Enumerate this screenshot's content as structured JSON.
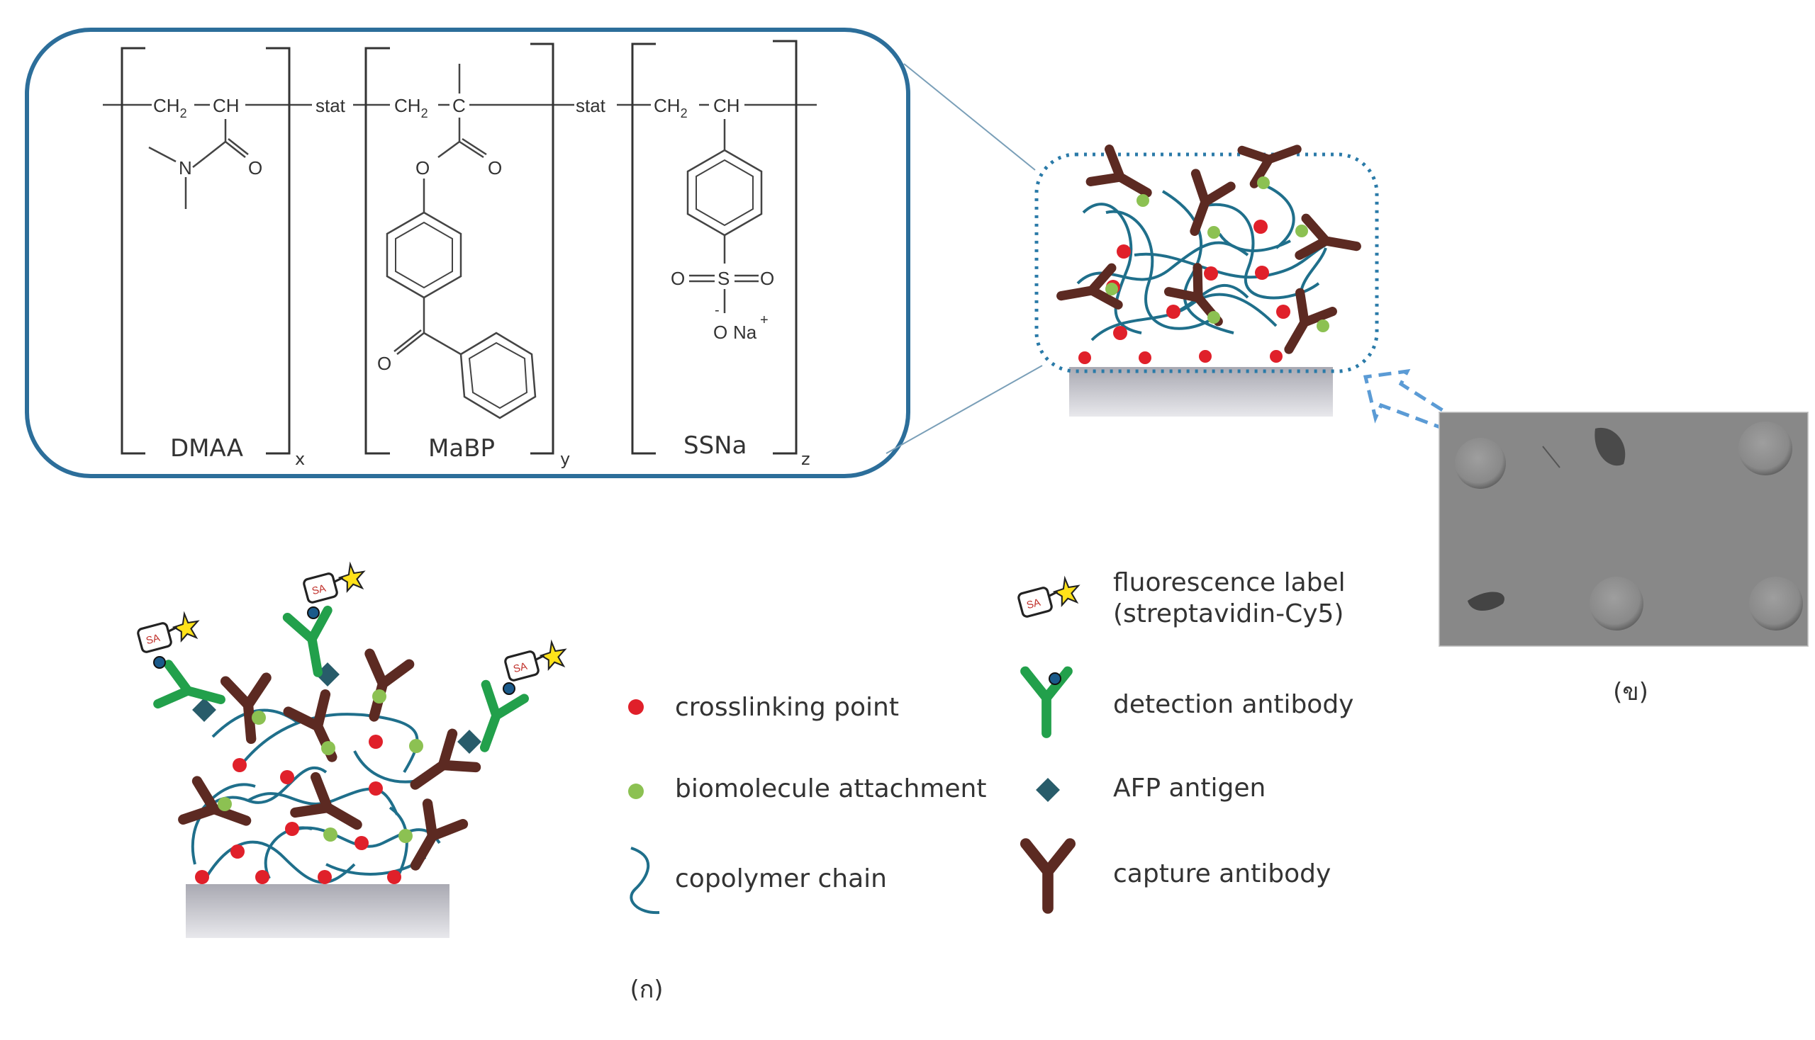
{
  "structure": {
    "units": [
      {
        "name": "DMAA",
        "subscript": "x"
      },
      {
        "name": "MaBP",
        "subscript": "y"
      },
      {
        "name": "SSNa",
        "subscript": "z"
      }
    ],
    "linker": "stat",
    "atoms": {
      "ch2": "CH",
      "ch2_sub": "2",
      "ch": "CH",
      "c": "C",
      "n": "N",
      "o": "O",
      "s": "S",
      "na": "Na",
      "plus": "+",
      "minus": "-"
    }
  },
  "legend": {
    "left": [
      {
        "label": "crosslinking point",
        "icon": "red-dot",
        "color": "#e0202a"
      },
      {
        "label": "biomolecule attachment",
        "icon": "green-dot",
        "color": "#8cc152"
      },
      {
        "label": "copolymer chain",
        "icon": "blue-wave",
        "color": "#1f6f8b"
      }
    ],
    "right": [
      {
        "label_line1": "fluorescence label",
        "label_line2": "(streptavidin-Cy5)",
        "icon": "sa-star"
      },
      {
        "label": "detection antibody",
        "icon": "green-y",
        "color": "#22a04b"
      },
      {
        "label": "AFP antigen",
        "icon": "diamond",
        "color": "#285c6a"
      },
      {
        "label": "capture antibody",
        "icon": "brown-y",
        "color": "#5c2a22"
      }
    ]
  },
  "captions": {
    "a": "(ก)",
    "b": "(ข)"
  },
  "sa_text": "SA",
  "colors": {
    "frame": "#2c6e9a",
    "chain": "#1f6f8b",
    "red": "#e0202a",
    "green": "#8cc152",
    "brown": "#5c2a22",
    "detect": "#22a04b",
    "antigen": "#285c6a",
    "arrow": "#5b9bd5"
  }
}
